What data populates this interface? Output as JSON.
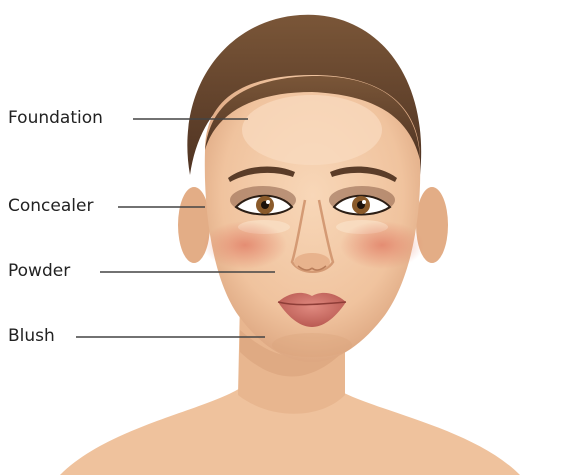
{
  "labels": {
    "foundation": "Foundation",
    "concealer": "Concealer",
    "powder": "Powder",
    "blush": "Blush"
  },
  "colors": {
    "hair": "#6b4a32",
    "skin": "#f2c9a6",
    "skin_shadow": "#dfa983",
    "blush": "#e58a6f",
    "lips": "#cf6e66",
    "eye_iris": "#8a5a2a",
    "leader_line": "#444444"
  },
  "icons": [
    "face-illustration"
  ]
}
